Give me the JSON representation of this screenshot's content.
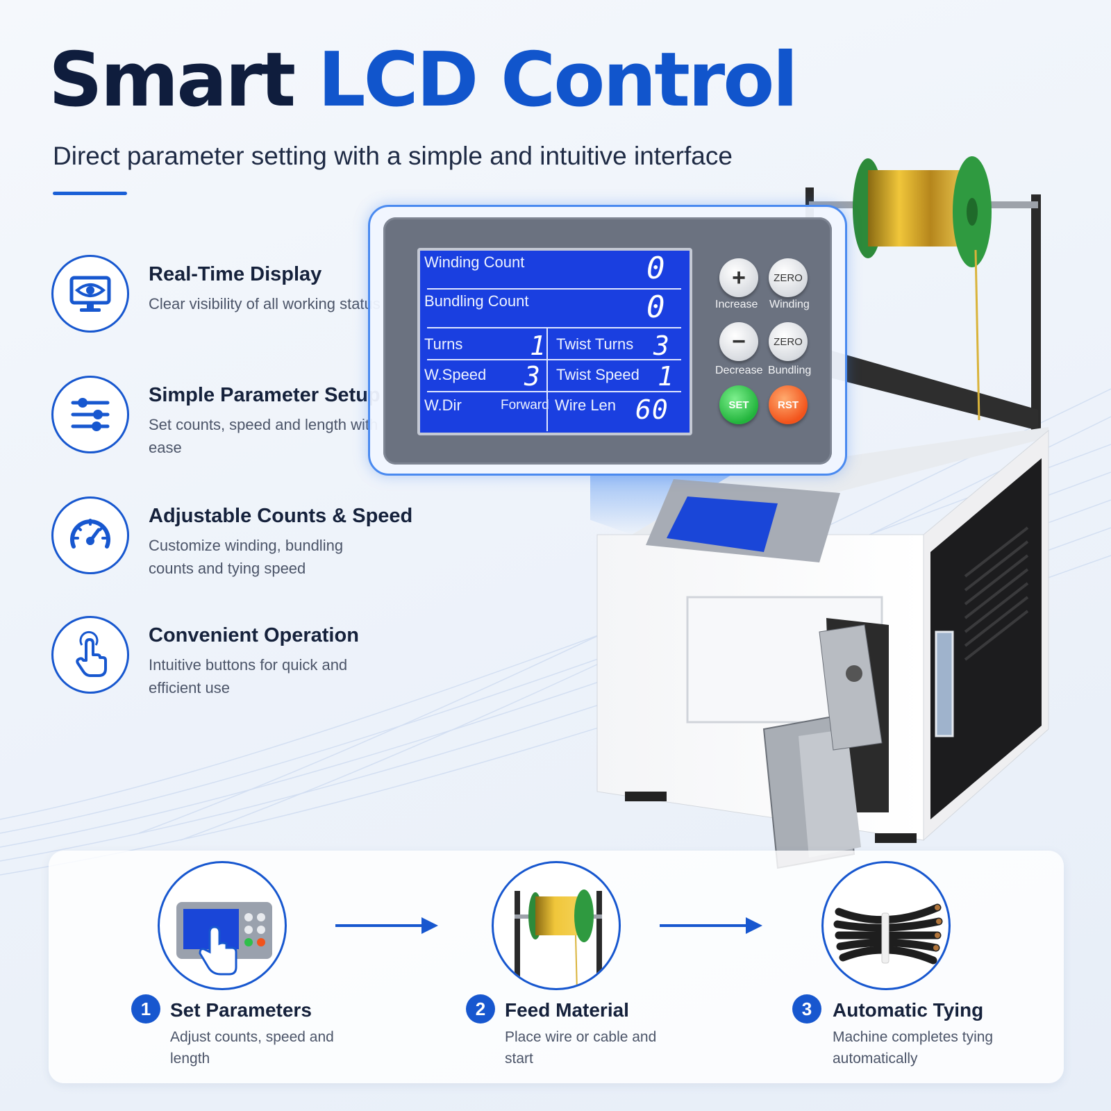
{
  "title": {
    "part1": "Smart",
    "part2": "LCD Control"
  },
  "subtitle": "Direct parameter setting with a simple and intuitive interface",
  "colors": {
    "accent": "#1155cc",
    "dark": "#0f1d3d",
    "lcd_blue": "#1a3fe0",
    "set_green": "#22b43c",
    "rst_orange": "#f2531b"
  },
  "features": [
    {
      "icon": "monitor-eye-icon",
      "title": "Real-Time Display",
      "desc": "Clear visibility of all working status"
    },
    {
      "icon": "sliders-icon",
      "title": "Simple Parameter Setup",
      "desc": "Set counts, speed and length with ease"
    },
    {
      "icon": "speedometer-icon",
      "title": "Adjustable Counts & Speed",
      "desc": "Customize winding, bundling counts and tying speed"
    },
    {
      "icon": "hand-touch-icon",
      "title": "Convenient Operation",
      "desc": "Intuitive buttons for quick and efficient use"
    }
  ],
  "lcd": {
    "winding_count_label": "Winding Count",
    "winding_count_value": "0",
    "bundling_count_label": "Bundling Count",
    "bundling_count_value": "0",
    "turns_label": "Turns",
    "turns_value": "1",
    "twist_turns_label": "Twist Turns",
    "twist_turns_value": "3",
    "wspeed_label": "W.Speed",
    "wspeed_value": "3",
    "twist_speed_label": "Twist Speed",
    "twist_speed_value": "1",
    "wdir_label": "W.Dir",
    "wdir_value": "Forward",
    "wire_len_label": "Wire Len",
    "wire_len_value": "60"
  },
  "keys": {
    "plus_symbol": "+",
    "minus_symbol": "−",
    "zero_label": "ZERO",
    "increase_caption": "Increase",
    "winding_caption": "Winding",
    "decrease_caption": "Decrease",
    "bundling_caption": "Bundling",
    "set_label": "SET",
    "rst_label": "RST"
  },
  "steps": [
    {
      "num": "1",
      "title": "Set Parameters",
      "desc": "Adjust counts, speed and length"
    },
    {
      "num": "2",
      "title": "Feed Material",
      "desc": "Place wire or cable and start"
    },
    {
      "num": "3",
      "title": "Automatic Tying",
      "desc": "Machine completes tying automatically"
    }
  ]
}
